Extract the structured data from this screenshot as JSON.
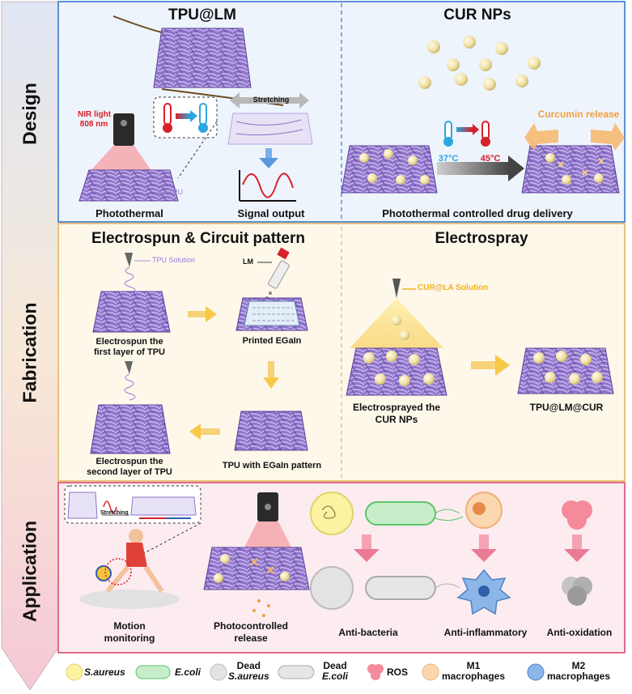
{
  "sections": {
    "design": "Design",
    "fabrication": "Fabrication",
    "application": "Application"
  },
  "design": {
    "left_title": "TPU@LM",
    "right_title": "CUR NPs",
    "nir_light": "NIR light",
    "nir_wavelength": "808 nm",
    "stretching": "Stretching",
    "tpu_label": "TPU",
    "photothermal": "Photothermal",
    "signal_output": "Signal output",
    "curcumin_release": "Curcumin release",
    "temp_low": "37°C",
    "temp_high": "45°C",
    "drug_delivery": "Photothermal controlled drug delivery"
  },
  "fabrication": {
    "left_title": "Electrospun & Circuit pattern",
    "right_title": "Electrospray",
    "tpu_solution": "TPU Solution",
    "lm": "LM",
    "step1_line1": "Electrospun the",
    "step1_line2": "first layer of TPU",
    "step2": "Printed EGaIn",
    "step3": "TPU with EGaIn pattern",
    "step4_line1": "Electrospun the",
    "step4_line2": "second layer of TPU",
    "cur_solution": "CUR@LA Solution",
    "electrosprayed_line1": "Electrosprayed the",
    "electrosprayed_line2": "CUR NPs",
    "product": "TPU@LM@CUR"
  },
  "application": {
    "stretching": "Stretching",
    "motion_line1": "Motion",
    "motion_line2": "monitoring",
    "photo_line1": "Photocontrolled",
    "photo_line2": "release",
    "anti_bacteria": "Anti-bacteria",
    "anti_inflammatory": "Anti-inflammatory",
    "anti_oxidation": "Anti-oxidation"
  },
  "legend": {
    "s_aureus": "S.aureus",
    "e_coli": "E.coli",
    "dead_s_aureus_line1": "Dead",
    "dead_s_aureus_line2": "S.aureus",
    "dead_e_coli_line1": "Dead",
    "dead_e_coli_line2": "E.coli",
    "ros": "ROS",
    "m1_line1": "M1",
    "m1_line2": "macrophages",
    "m2_line1": "M2",
    "m2_line2": "macrophages"
  },
  "colors": {
    "design_border": "#5b8fd6",
    "design_bg": "#eef4fc",
    "fabrication_border": "#e8c27a",
    "fabrication_bg": "#fdf8ea",
    "application_border": "#e06b8b",
    "application_bg": "#fcecf0",
    "fiber": "#8b6fc4",
    "particle": "#f3e7b8",
    "hot": "#d8202a",
    "cold": "#2aa7e0"
  }
}
